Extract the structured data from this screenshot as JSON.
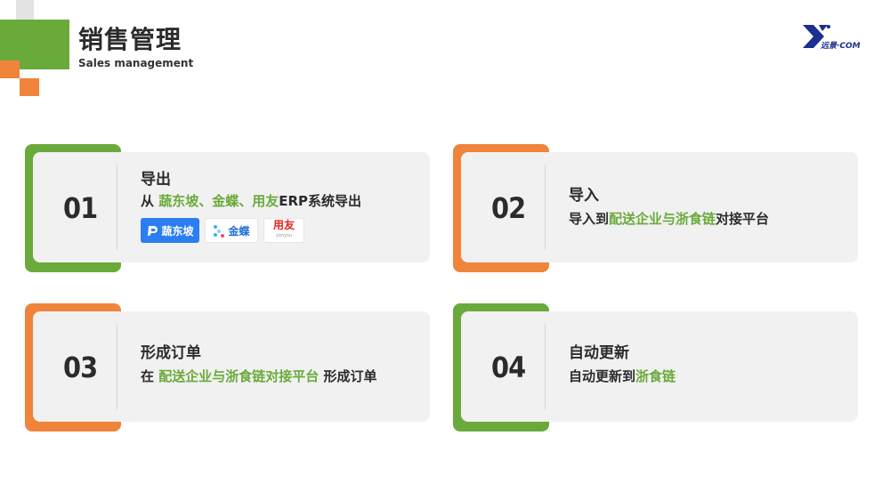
{
  "header": {
    "title": "销售管理",
    "subtitle": "Sales management",
    "logo_text": "远景·COM"
  },
  "colors": {
    "green": "#6aaa3a",
    "orange": "#f0843a",
    "gray_deco": "#e3e3e3",
    "panel": "#f1f1f1",
    "logo_blue": "#1a2f8f"
  },
  "steps": [
    {
      "number": "01",
      "title": "导出",
      "desc_prefix": "从 ",
      "desc_highlight": "蔬东坡、金蝶、用友",
      "desc_suffix": "ERP系统导出",
      "accent": "green",
      "logos": [
        {
          "name": "蔬东坡",
          "icon": "shudongpo-logo"
        },
        {
          "name": "金蝶",
          "icon": "kingdee-logo"
        },
        {
          "name": "用友",
          "sub": "yonyou",
          "icon": "yonyou-logo"
        }
      ]
    },
    {
      "number": "02",
      "title": "导入",
      "desc_prefix": "导入到",
      "desc_highlight": "配送企业与浙食链",
      "desc_suffix": "对接平台",
      "accent": "orange"
    },
    {
      "number": "03",
      "title": "形成订单",
      "desc_prefix": "在 ",
      "desc_highlight": "配送企业与浙食链对接平台",
      "desc_suffix": " 形成订单",
      "accent": "orange"
    },
    {
      "number": "04",
      "title": "自动更新",
      "desc_prefix": "自动更新到",
      "desc_highlight": "浙食链",
      "desc_suffix": "",
      "accent": "green"
    }
  ]
}
